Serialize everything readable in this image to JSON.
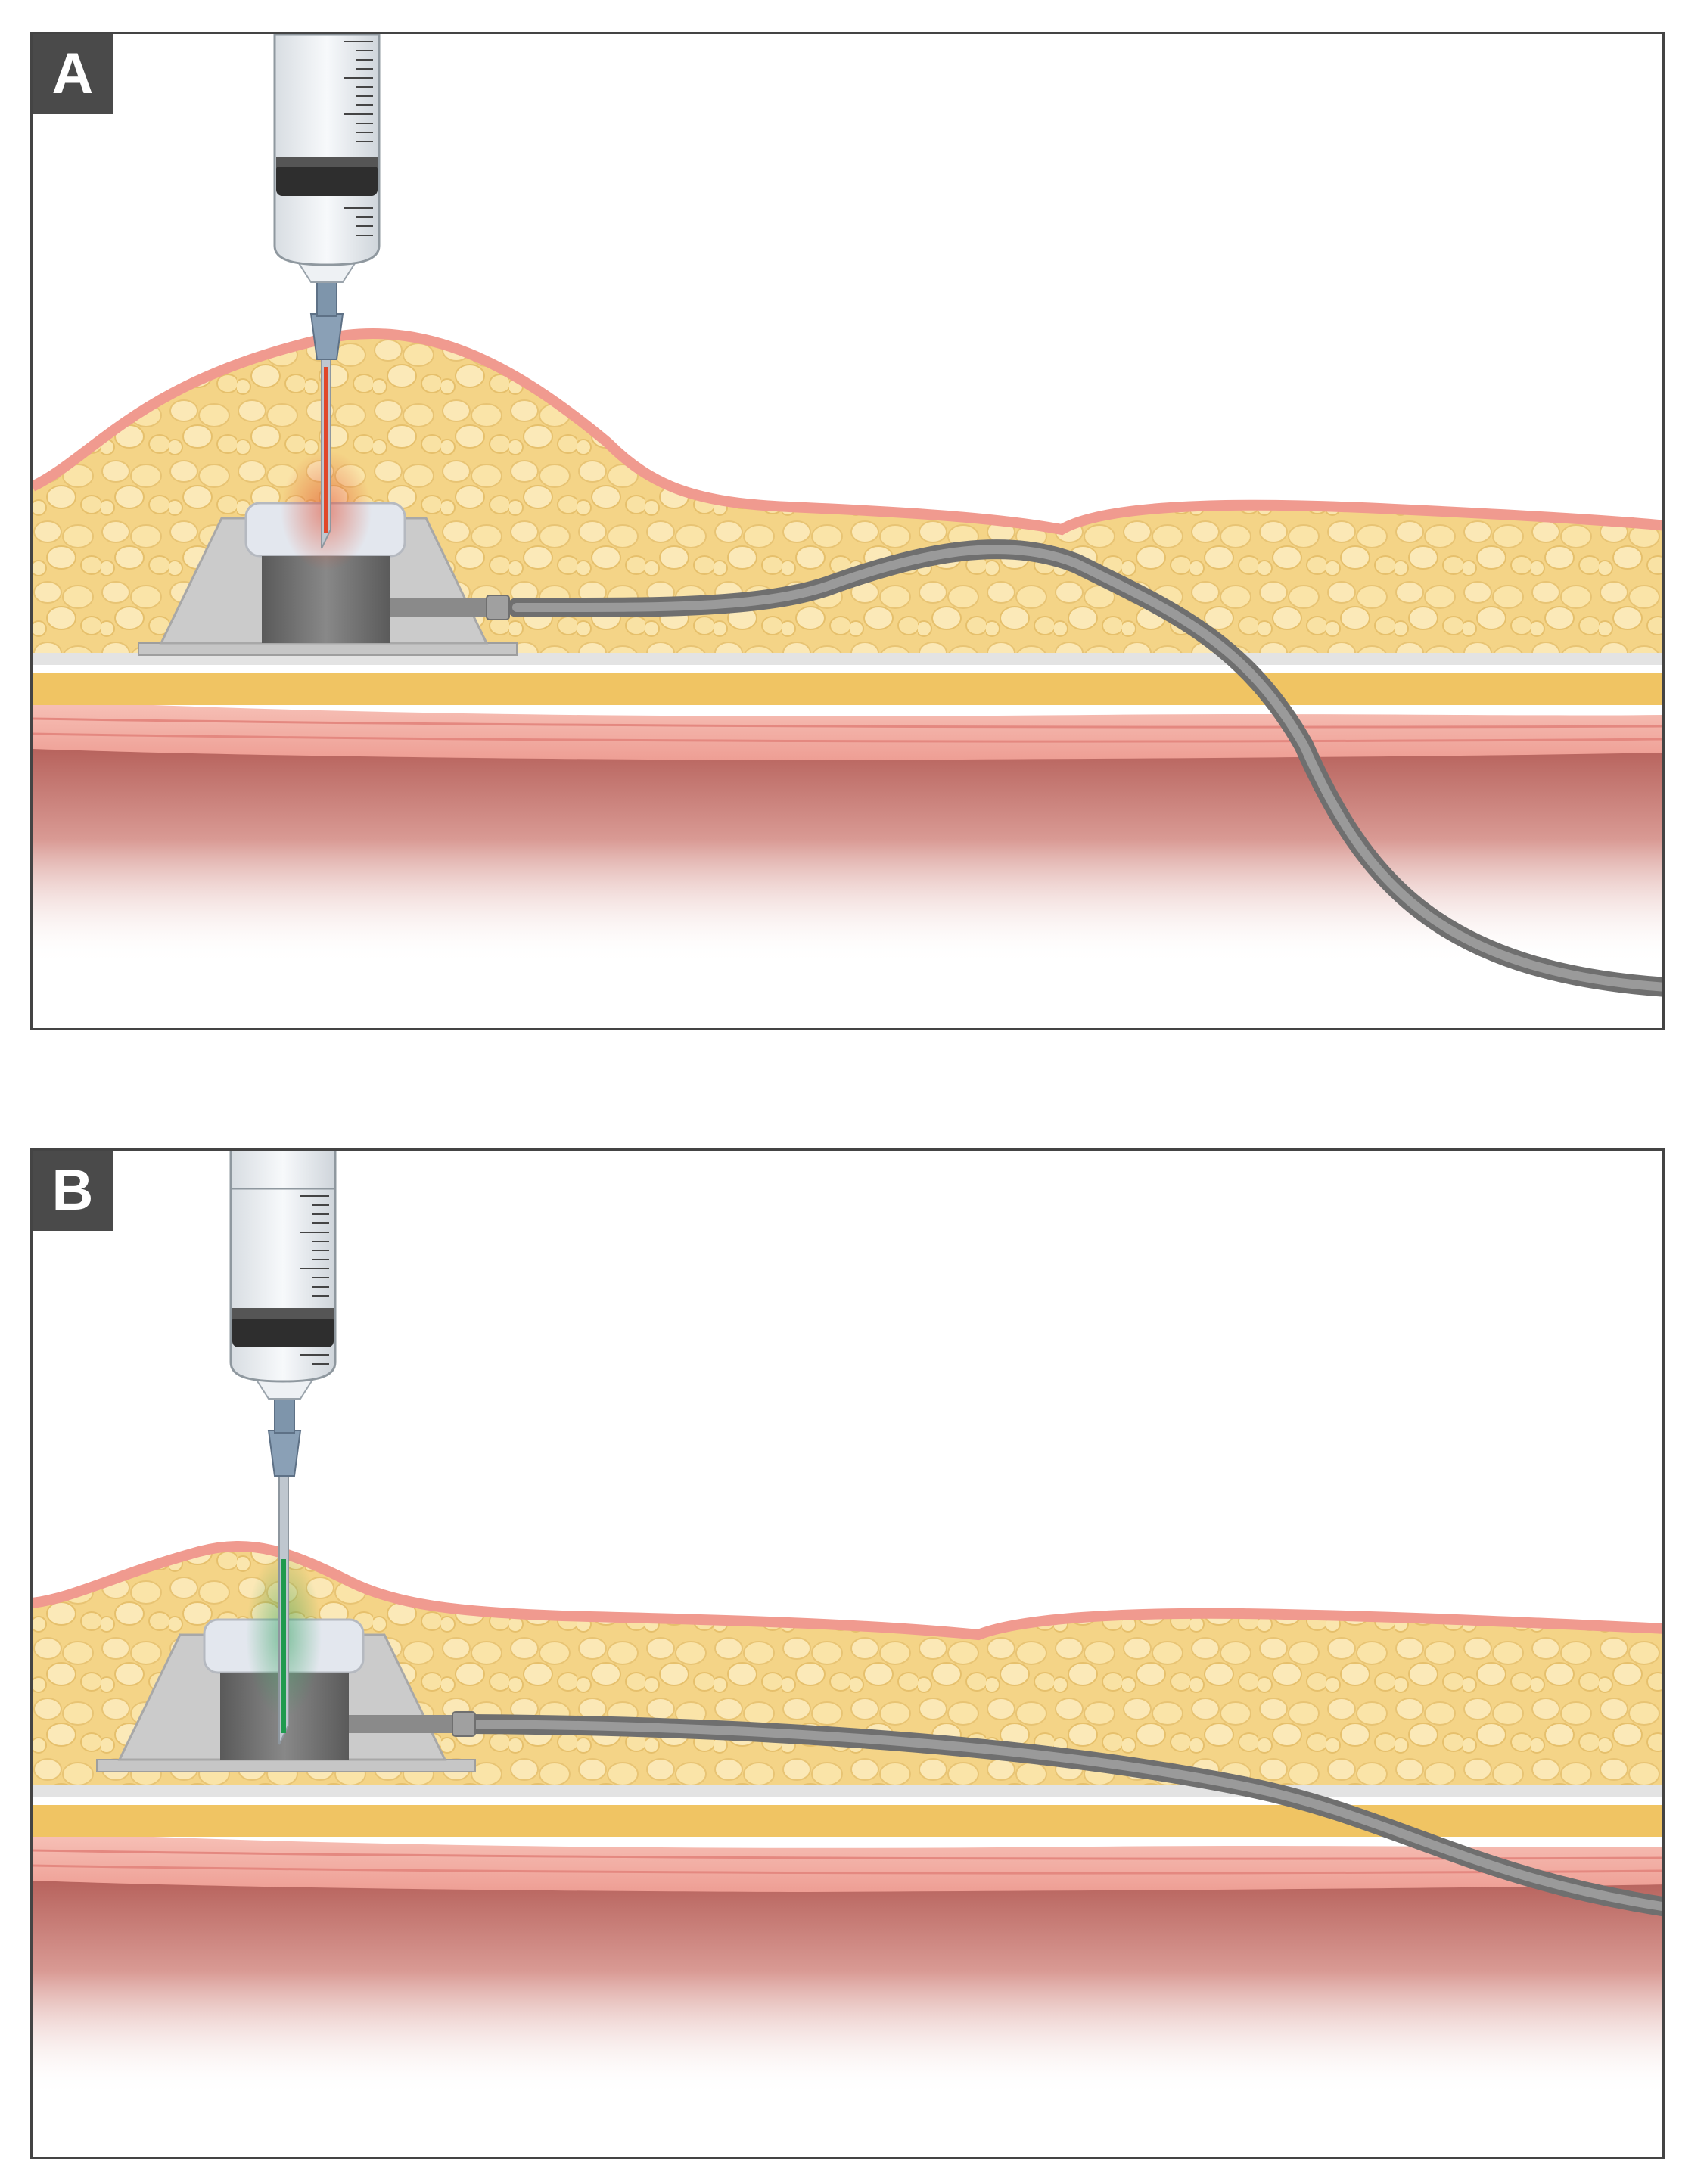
{
  "panels": [
    {
      "label": "A",
      "needle_fluid_color": "#e0472a",
      "description_state": "flush"
    },
    {
      "label": "B",
      "needle_fluid_color": "#1f9a4e",
      "description_state": "access"
    }
  ],
  "colors": {
    "fat": "#f6d98e",
    "fat_globule": "#fbe8b4",
    "skin": "#f2a39a",
    "muscle": "#f3b0a6",
    "deep_tissue": "#b9605a",
    "port_body": "#cfcfcf",
    "port_reservoir": "#6e6e6e",
    "port_septum": "#dfe3ea",
    "catheter": "#7d7d7d",
    "fascia": "#e6e6e6"
  }
}
